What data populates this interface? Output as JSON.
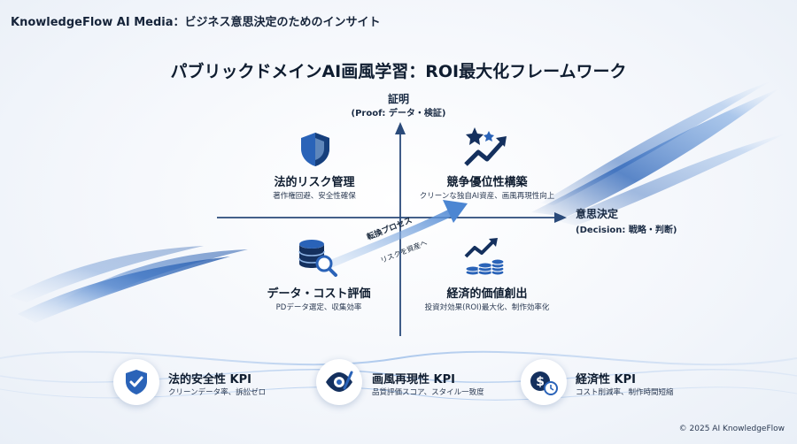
{
  "header": {
    "title": "KnowledgeFlow AI Media：ビジネス意思決定のためのインサイト"
  },
  "main": {
    "title": "パブリックドメインAI画風学習：ROI最大化フレームワーク"
  },
  "axes": {
    "y": {
      "title": "証明",
      "subtitle": "(Proof: データ・検証)"
    },
    "x": {
      "title": "意思決定",
      "subtitle": "(Decision: 戦略・判断)"
    }
  },
  "quadrants": {
    "top_left": {
      "title": "法的リスク管理",
      "desc": "著作権回避、安全性確保",
      "icon": "shield-icon"
    },
    "top_right": {
      "title": "競争優位性構築",
      "desc": "クリーンな独自AI資産、画風再現性向上",
      "icon": "growth-stars-icon"
    },
    "bottom_left": {
      "title": "データ・コスト評価",
      "desc": "PDデータ選定、収集効率",
      "icon": "database-search-icon"
    },
    "bottom_right": {
      "title": "経済的価値創出",
      "desc": "投資対効果(ROI)最大化、制作効率化",
      "icon": "coin-growth-icon"
    }
  },
  "process_arrow": {
    "label": "転換プロセス",
    "sublabel": "リスクを資産へ"
  },
  "kpis": [
    {
      "title": "法的安全性 KPI",
      "desc": "クリーンデータ率、訴訟ゼロ",
      "icon": "shield-check-icon"
    },
    {
      "title": "画風再現性 KPI",
      "desc": "品質評価スコア、スタイル一致度",
      "icon": "eye-brush-icon"
    },
    {
      "title": "経済性 KPI",
      "desc": "コスト削減率、制作時間短縮",
      "icon": "dollar-clock-icon"
    }
  ],
  "footer": {
    "copyright": "© 2025 AI KnowledgeFlow"
  },
  "colors": {
    "accent": "#2a63b8",
    "dark": "#14305e",
    "light": "#8fb5e6"
  }
}
